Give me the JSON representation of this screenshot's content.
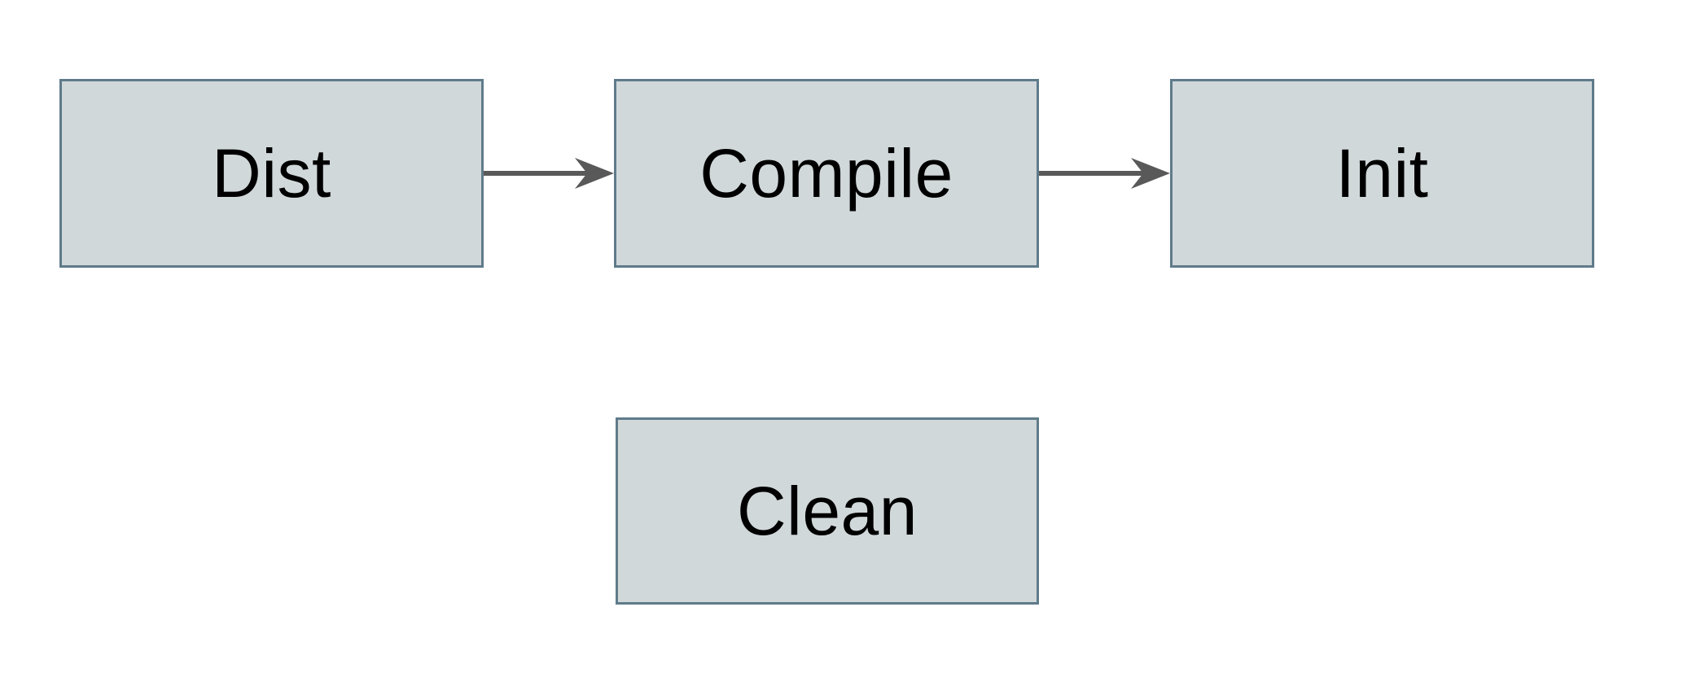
{
  "diagram": {
    "type": "flowchart",
    "nodes": [
      {
        "id": "dist",
        "label": "Dist"
      },
      {
        "id": "compile",
        "label": "Compile"
      },
      {
        "id": "init",
        "label": "Init"
      },
      {
        "id": "clean",
        "label": "Clean"
      }
    ],
    "edges": [
      {
        "from": "Dist",
        "to": "Compile",
        "direction": "right"
      },
      {
        "from": "Compile",
        "to": "Init",
        "direction": "right"
      }
    ]
  },
  "colors": {
    "canvas-bg": "#ffffff",
    "node-fill": "#d1d8da",
    "node-border": "#5f7b8a",
    "node-text": "#000000",
    "arrow": "#595959"
  }
}
